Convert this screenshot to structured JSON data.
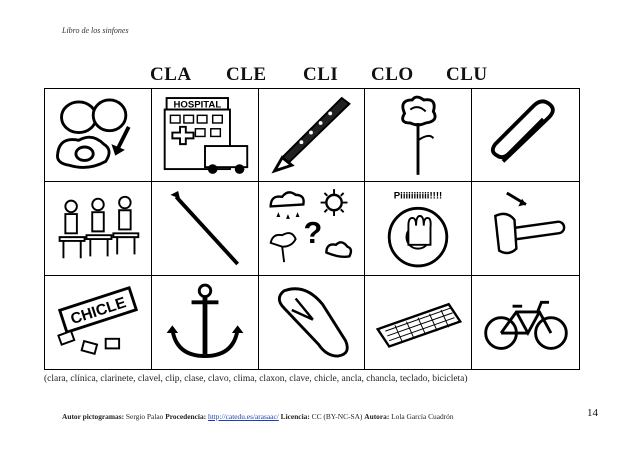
{
  "header": {
    "book_title": "Libro de los sinfones"
  },
  "syllables": [
    "CLA",
    "CLE",
    "CLI",
    "CLO",
    "CLU"
  ],
  "pictograms": [
    "eggs-icon",
    "hospital-icon",
    "clarinet-icon",
    "carnation-icon",
    "paperclip-icon",
    "classroom-icon",
    "nail-icon",
    "weather-icon",
    "car-horn-icon",
    "key-turn-icon",
    "chewing-gum-icon",
    "anchor-icon",
    "flip-flop-icon",
    "keyboard-icon",
    "bicycle-icon"
  ],
  "pictogram_texts": {
    "hospital_sign": "HOSPITAL",
    "gum_label": "CHICLE",
    "horn_sound": "Piiiiiiiiiii!!!!"
  },
  "word_list": "(clara, clínica, clarinete, clavel, clip, clase, clavo, clima, claxon, clave, chicle, ancla, chancla, teclado, bicicleta)",
  "footer": {
    "authors_label": "Autor pictogramas:",
    "authors_value": "Sergio Palao",
    "source_label": "Procedencia:",
    "source_link": "http://catedu.es/arasaac/",
    "license_label": "Licencia:",
    "license_value": "CC (BY-NC-SA)",
    "author_label": "Autora:",
    "author_value": "Lola García Cuadrón"
  },
  "page_number": "14"
}
